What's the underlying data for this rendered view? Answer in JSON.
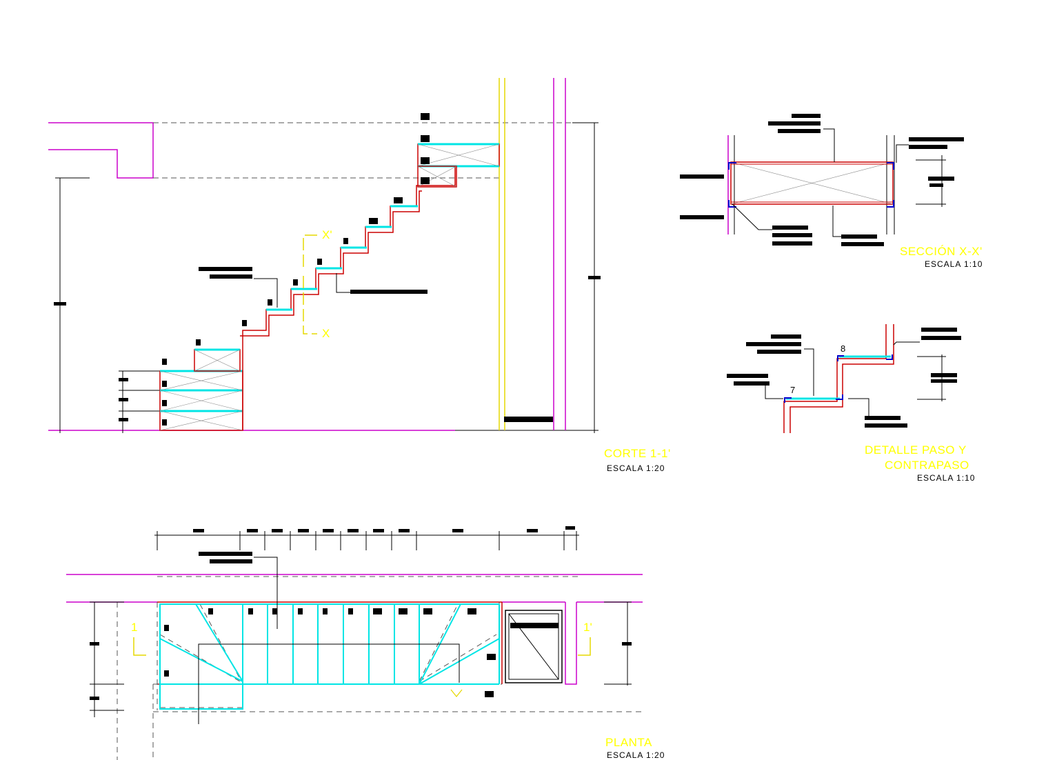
{
  "colors": {
    "wall": "#cc00cc",
    "stringer": "#cc0000",
    "tread": "#00e5e5",
    "cut": "#ffff00",
    "hidden": "#555555",
    "line": "#000000",
    "redacted": "#000000"
  },
  "views": {
    "corte": {
      "title": "CORTE 1-1'",
      "scale": "ESCALA 1:20"
    },
    "seccion": {
      "title": "SECCIÓN X-X'",
      "scale": "ESCALA 1:10"
    },
    "detalle": {
      "title_line1": "DETALLE PASO Y",
      "title_line2": "CONTRAPASO",
      "scale": "ESCALA 1:10"
    },
    "planta": {
      "title": "PLANTA",
      "scale": "ESCALA 1:20"
    }
  },
  "section_marks": {
    "corte_x_top": "X'",
    "corte_x_bottom": "X",
    "planta_left": "1",
    "planta_right": "1'"
  },
  "step_numbers": {
    "upper": "8",
    "lower": "7"
  }
}
